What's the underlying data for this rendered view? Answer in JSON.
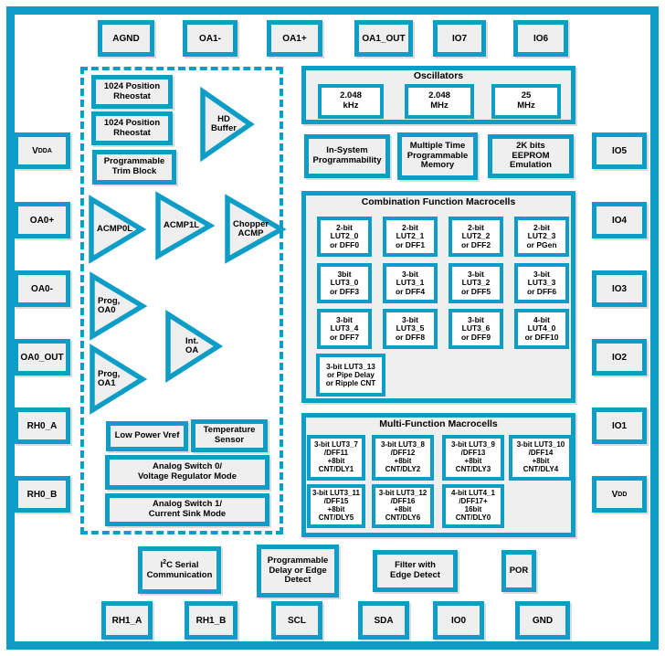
{
  "colors": {
    "accent_teal": "#0d9dc6",
    "block_fill": "#efefef",
    "cell_fill": "#ffffff"
  },
  "pins": {
    "top": [
      "AGND",
      "OA1-",
      "OA1+",
      "OA1_OUT",
      "IO7",
      "IO6"
    ],
    "left": [
      {
        "main": "V",
        "sub": "DDA"
      },
      {
        "label": "OA0+"
      },
      {
        "label": "OA0-"
      },
      {
        "label": "OA0_OUT"
      },
      {
        "label": "RH0_A"
      },
      {
        "label": "RH0_B"
      }
    ],
    "right": [
      {
        "label": "IO5"
      },
      {
        "label": "IO4"
      },
      {
        "label": "IO3"
      },
      {
        "label": "IO2"
      },
      {
        "label": "IO1"
      },
      {
        "main": "V",
        "sub": "DD"
      }
    ],
    "bottom": [
      "RH1_A",
      "RH1_B",
      "SCL",
      "SDA",
      "IO0",
      "GND"
    ]
  },
  "analog": {
    "rheostat1": "1024 Position\nRheostat",
    "rheostat2": "1024 Position\nRheostat",
    "trim_block": "Programmable\nTrim Block",
    "hd_buffer": "HD\nBuffer",
    "acmp0": "ACMP0L",
    "acmp1": "ACMP1L",
    "chopper": "Chopper\nACMP",
    "prog_oa0": "Prog,\nOA0",
    "int_oa": "Int.\nOA",
    "prog_oa1": "Prog,\nOA1",
    "vref": "Low Power Vref",
    "temp_sensor": "Temperature\nSensor",
    "analog_switch0": "Analog Switch 0/\nVoltage Regulator Mode",
    "analog_switch1": "Analog Switch 1/\nCurrent Sink Mode"
  },
  "oscillators": {
    "title": "Oscillators",
    "items": [
      "2.048\nkHz",
      "2.048\nMHz",
      "25\nMHz"
    ]
  },
  "program_row": [
    "In-System\nProgrammability",
    "Multiple Time\nProgrammable\nMemory",
    "2K bits\nEEPROM\nEmulation"
  ],
  "combination": {
    "title": "Combination Function Macrocells",
    "cells": [
      "2-bit\nLUT2_0\nor DFF0",
      "2-bit\nLUT2_1\nor DFF1",
      "2-bit\nLUT2_2\nor DFF2",
      "2-bit\nLUT2_3\nor PGen",
      "3bit\nLUT3_0\nor DFF3",
      "3-bit\nLUT3_1\nor DFF4",
      "3-bit\nLUT3_2\nor DFF5",
      "3-bit\nLUT3_3\nor DFF6",
      "3-bit\nLUT3_4\nor DFF7",
      "3-bit\nLUT3_5\nor DFF8",
      "3-bit\nLUT3_6\nor DFF9",
      "4-bit\nLUT4_0\nor DFF10",
      "3-bit LUT3_13\nor Pipe Delay\nor Ripple CNT"
    ]
  },
  "multi": {
    "title": "Multi-Function Macrocells",
    "cells": [
      "3-bit LUT3_7\n/DFF11\n+8bit\nCNT/DLY1",
      "3-bit LUT3_8\n/DFF12\n+8bit\nCNT/DLY2",
      "3-bit LUT3_9\n/DFF13\n+8bit\nCNT/DLY3",
      "3-bit LUT3_10\n/DFF14\n+8bit\nCNT/DLY4",
      "3-bit LUT3_11\n/DFF15\n+8bit\nCNT/DLY5",
      "3-bit LUT3_12\n/DFF16\n+8bit\nCNT/DLY6",
      "4-bit LUT4_1\n/DFF17+\n16bit\nCNT/DLY0"
    ]
  },
  "bottom_blocks": {
    "i2c": {
      "pre": "I",
      "sup": "2",
      "post": "C Serial",
      "line2": "Communication"
    },
    "prog_delay": "Programmable\nDelay or Edge\nDetect",
    "filter": "Filter with\nEdge Detect",
    "por": "POR"
  }
}
